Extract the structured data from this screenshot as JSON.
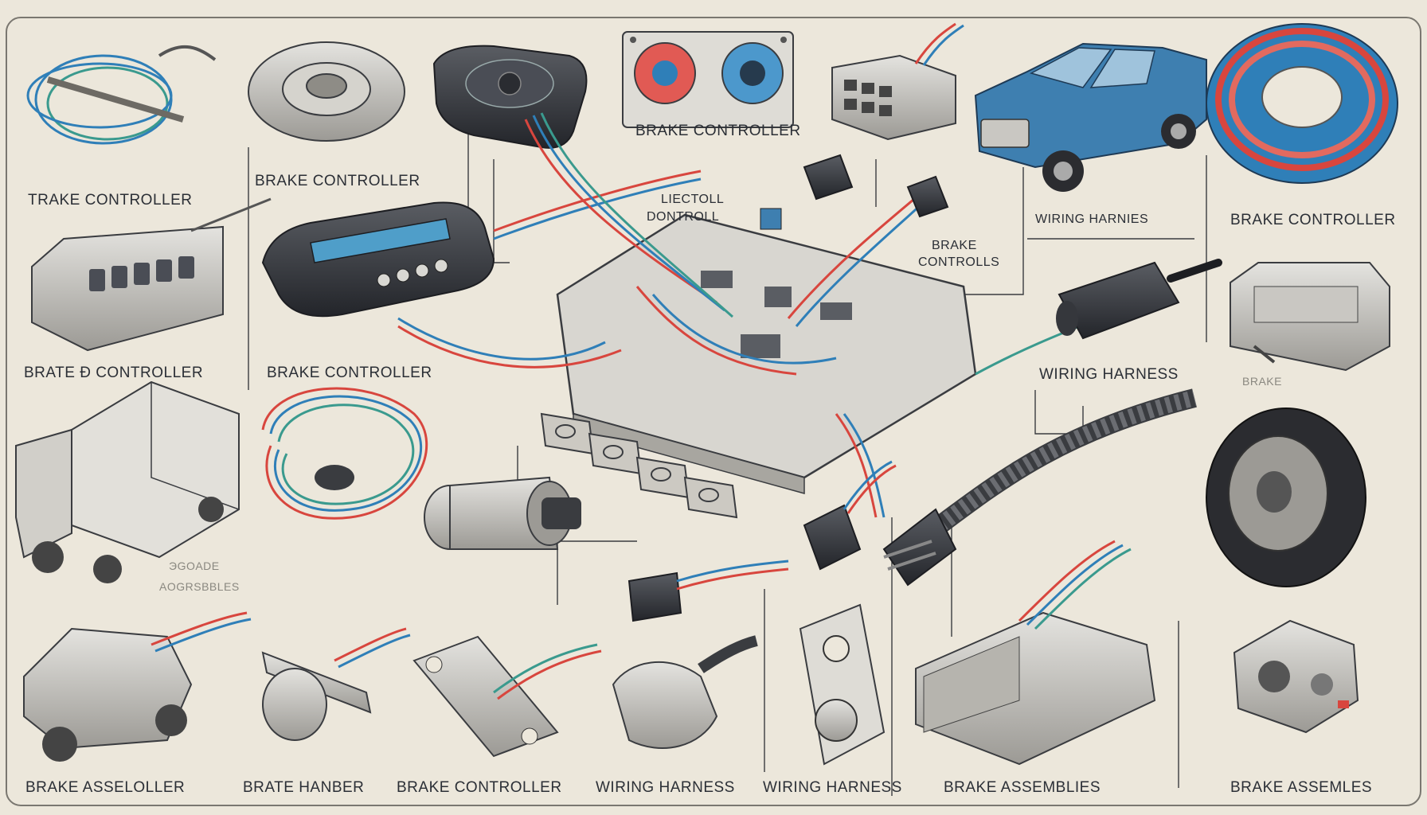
{
  "labels": {
    "top_left": "TRAKE   CONTROLLER",
    "rotor": "BRAKE CONTROLLER",
    "center_top": "BRAKE CONTROLLER",
    "truck_right": "BRAKE CONTROLLER",
    "left_mid": "BRATE Ɖ CONTROLLER",
    "module_center": "BRAKE CONTROLLER",
    "electro_1": "LIECTOLL",
    "electro_2": "DONTROLL",
    "harness_top": "WIRING HARNIES",
    "controls_1": "BRAKE",
    "controls_2": "CONTROLLS",
    "harness_right": "WIRING HARNESS",
    "right_faint_1": "BRAKE",
    "right_faint_2": "",
    "van_faint_1": "ЭGOADE",
    "van_faint_2": "AOGRSBBLES",
    "bottom_1": "BRAKE   ASSELOLLER",
    "bottom_2": "BRATE HANBER",
    "bottom_3": "BRAKE CONTROLLER",
    "bottom_4": "WIRING HARNESS",
    "bottom_5": "WIRING HARNESS",
    "bottom_6": "BRAKE ASSEMBLIES",
    "bottom_7": "BRAKE ASSEMLES"
  },
  "colors": {
    "paper": "#ece7db",
    "ink": "#2b2f36",
    "wire_red": "#d8463e",
    "wire_blue": "#2f7fb8",
    "wire_teal": "#3a9a8e",
    "truck_blue": "#3e7fb0",
    "metal": "#b8b6b0"
  }
}
